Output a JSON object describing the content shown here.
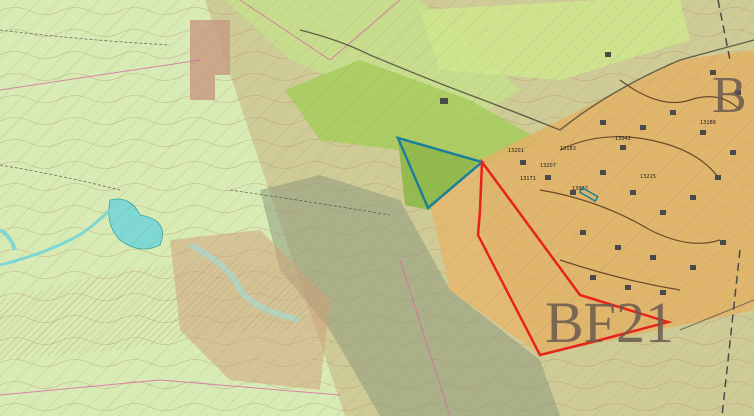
{
  "map": {
    "zone_labels": {
      "main": "BF21",
      "partial_top": "B"
    },
    "plot_numbers": [
      "13201",
      "13207",
      "13183",
      "13982",
      "13215",
      "13171",
      "13042",
      "13186"
    ],
    "colors": {
      "base_green": "#d9ebb4",
      "light_green": "#c6e08c",
      "mid_green": "#a9cc5e",
      "dark_green": "#8fb84a",
      "brown_zone": "#c9a27a",
      "orange_zone": "#e8b56c",
      "grey_zone": "#8e9b7d",
      "water": "#7fd8d4",
      "red_boundary": "#e8231c",
      "blue_boundary": "#1e7f98",
      "contour": "#b59068",
      "pink_line": "#d86aa4"
    }
  }
}
